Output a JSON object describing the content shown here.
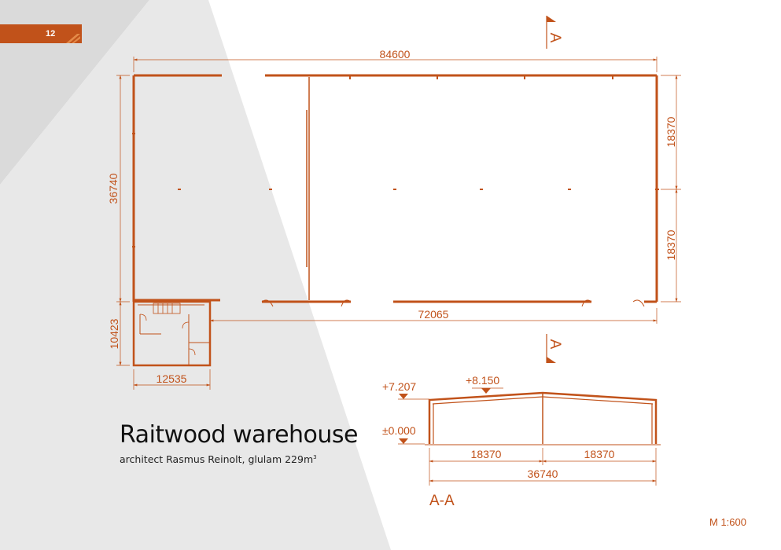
{
  "page_number": "12",
  "title": "Raitwood warehouse",
  "subtitle": {
    "text": "architect Rasmus Reinolt, glulam 229m",
    "sup": "3"
  },
  "scale": "M 1:600",
  "plan": {
    "dim_total_length": "84600",
    "dim_total_width": "36740",
    "dim_half_width_top": "18370",
    "dim_half_width_bottom": "18370",
    "dim_hall_length": "72065",
    "dim_annex_length": "12535",
    "dim_annex_width": "10423",
    "section_marker_top": "A",
    "section_marker_bottom": "A"
  },
  "section": {
    "label": "A-A",
    "eave_level": "+7.207",
    "ridge_level": "+8.150",
    "ground_level": "±0.000",
    "dim_left_span": "18370",
    "dim_right_span": "18370",
    "dim_total_span": "36740"
  },
  "colors": {
    "accent": "#c1521a",
    "background_shape": "#e6e6e6",
    "text": "#111111"
  }
}
